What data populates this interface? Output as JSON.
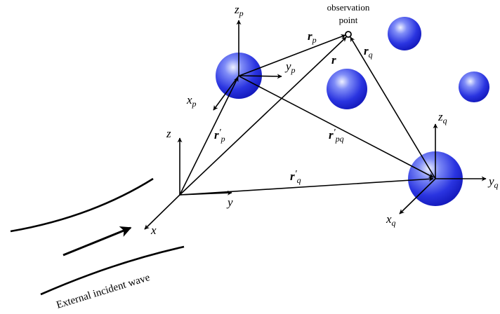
{
  "labels": {
    "observation_point": [
      "observation",
      "point"
    ],
    "external_wave": "External incident wave",
    "global_axes": {
      "x": "x",
      "y": "y",
      "z": "z"
    },
    "sphere_p_axes": {
      "x": "x",
      "y": "y",
      "z": "z",
      "sub": "p"
    },
    "sphere_q_axes": {
      "x": "x",
      "y": "y",
      "z": "z",
      "sub": "q"
    },
    "vectors": {
      "r": "r",
      "r_p": {
        "base": "r",
        "sub": "p"
      },
      "r_q": {
        "base": "r",
        "sub": "q"
      },
      "r_prime_p": {
        "base": "r",
        "prime": "'",
        "sub": "p"
      },
      "r_prime_q": {
        "base": "r",
        "prime": "'",
        "sub": "q"
      },
      "r_prime_pq": {
        "base": "r",
        "prime": "'",
        "sub": "pq"
      }
    }
  },
  "colors": {
    "sphere_highlight": "#e8ecff",
    "sphere_mid": "#4a5cf0",
    "sphere_dark": "#1010c8",
    "line": "#000000"
  }
}
